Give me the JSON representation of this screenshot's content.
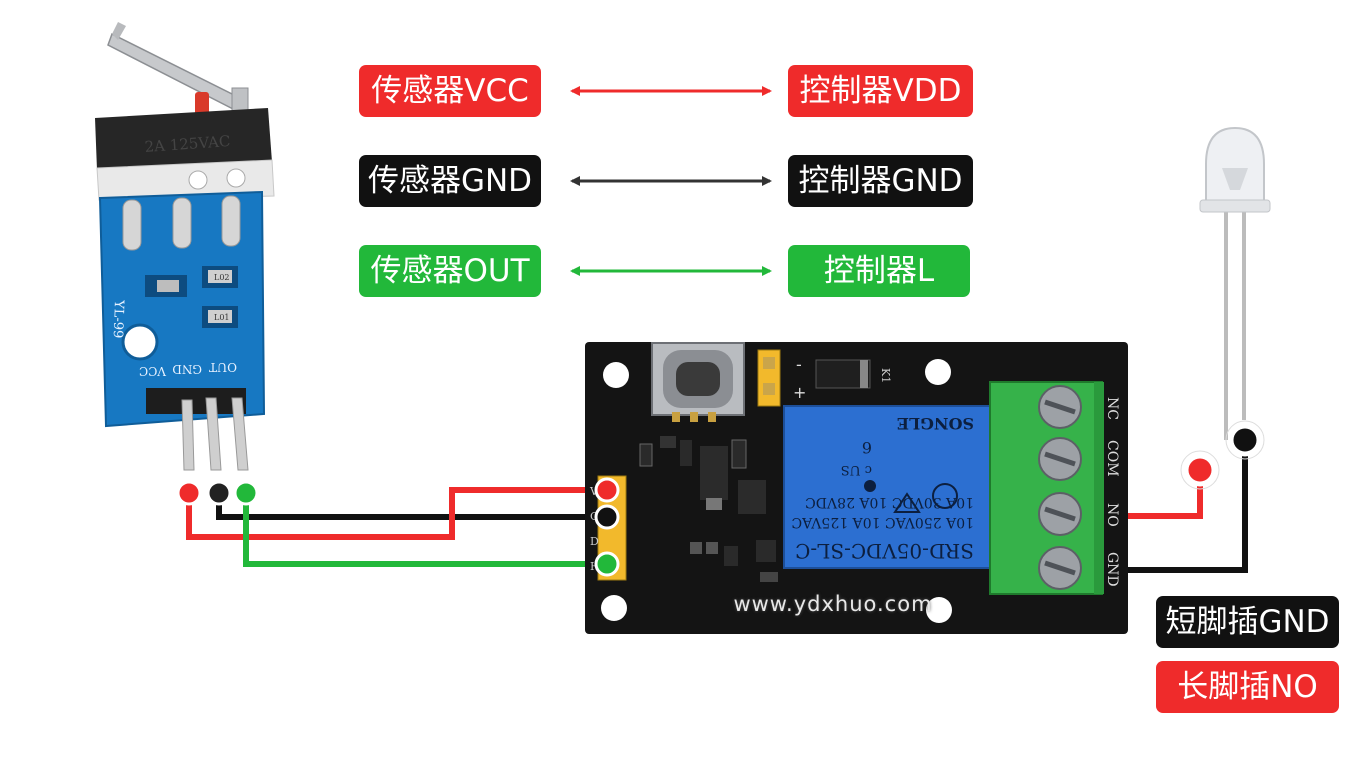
{
  "labels": {
    "sensor_vcc": "传感器VCC",
    "sensor_gnd": "传感器GND",
    "sensor_out": "传感器OUT",
    "controller_vdd": "控制器VDD",
    "controller_gnd": "控制器GND",
    "controller_l": "控制器L",
    "led_short_leg": "短脚插GND",
    "led_long_leg": "长脚插NO"
  },
  "watermark": "www.ydxhuo.com",
  "sensor_module": {
    "model": "YL-99",
    "pins": [
      "OUT",
      "GND",
      "VCC"
    ],
    "switch_text": "2A 125VAC",
    "leds": [
      "L02",
      "L01"
    ]
  },
  "relay_module": {
    "header_pins": [
      "V",
      "G",
      "D",
      "H"
    ],
    "terminals": [
      "NC",
      "COM",
      "NO",
      "GND"
    ],
    "jumper": [
      "-",
      "+"
    ],
    "relay_model": "SRD-05VDC-SL-C",
    "relay_ratings": [
      "10A 250VAC  10A 125VAC",
      "10A 30VDC  10A 28VDC"
    ],
    "relay_brand": "SONGLE",
    "relay_cert": "c US",
    "relay_k": "K1",
    "relay_num": "6"
  },
  "colors": {
    "red": "#ef2b2b",
    "black": "#111111",
    "green": "#22b83a",
    "pcb_blue": "#1778c2",
    "pcb_black": "#141414",
    "terminal_green": "#36b24a",
    "relay_blue": "#2c6fd1"
  }
}
